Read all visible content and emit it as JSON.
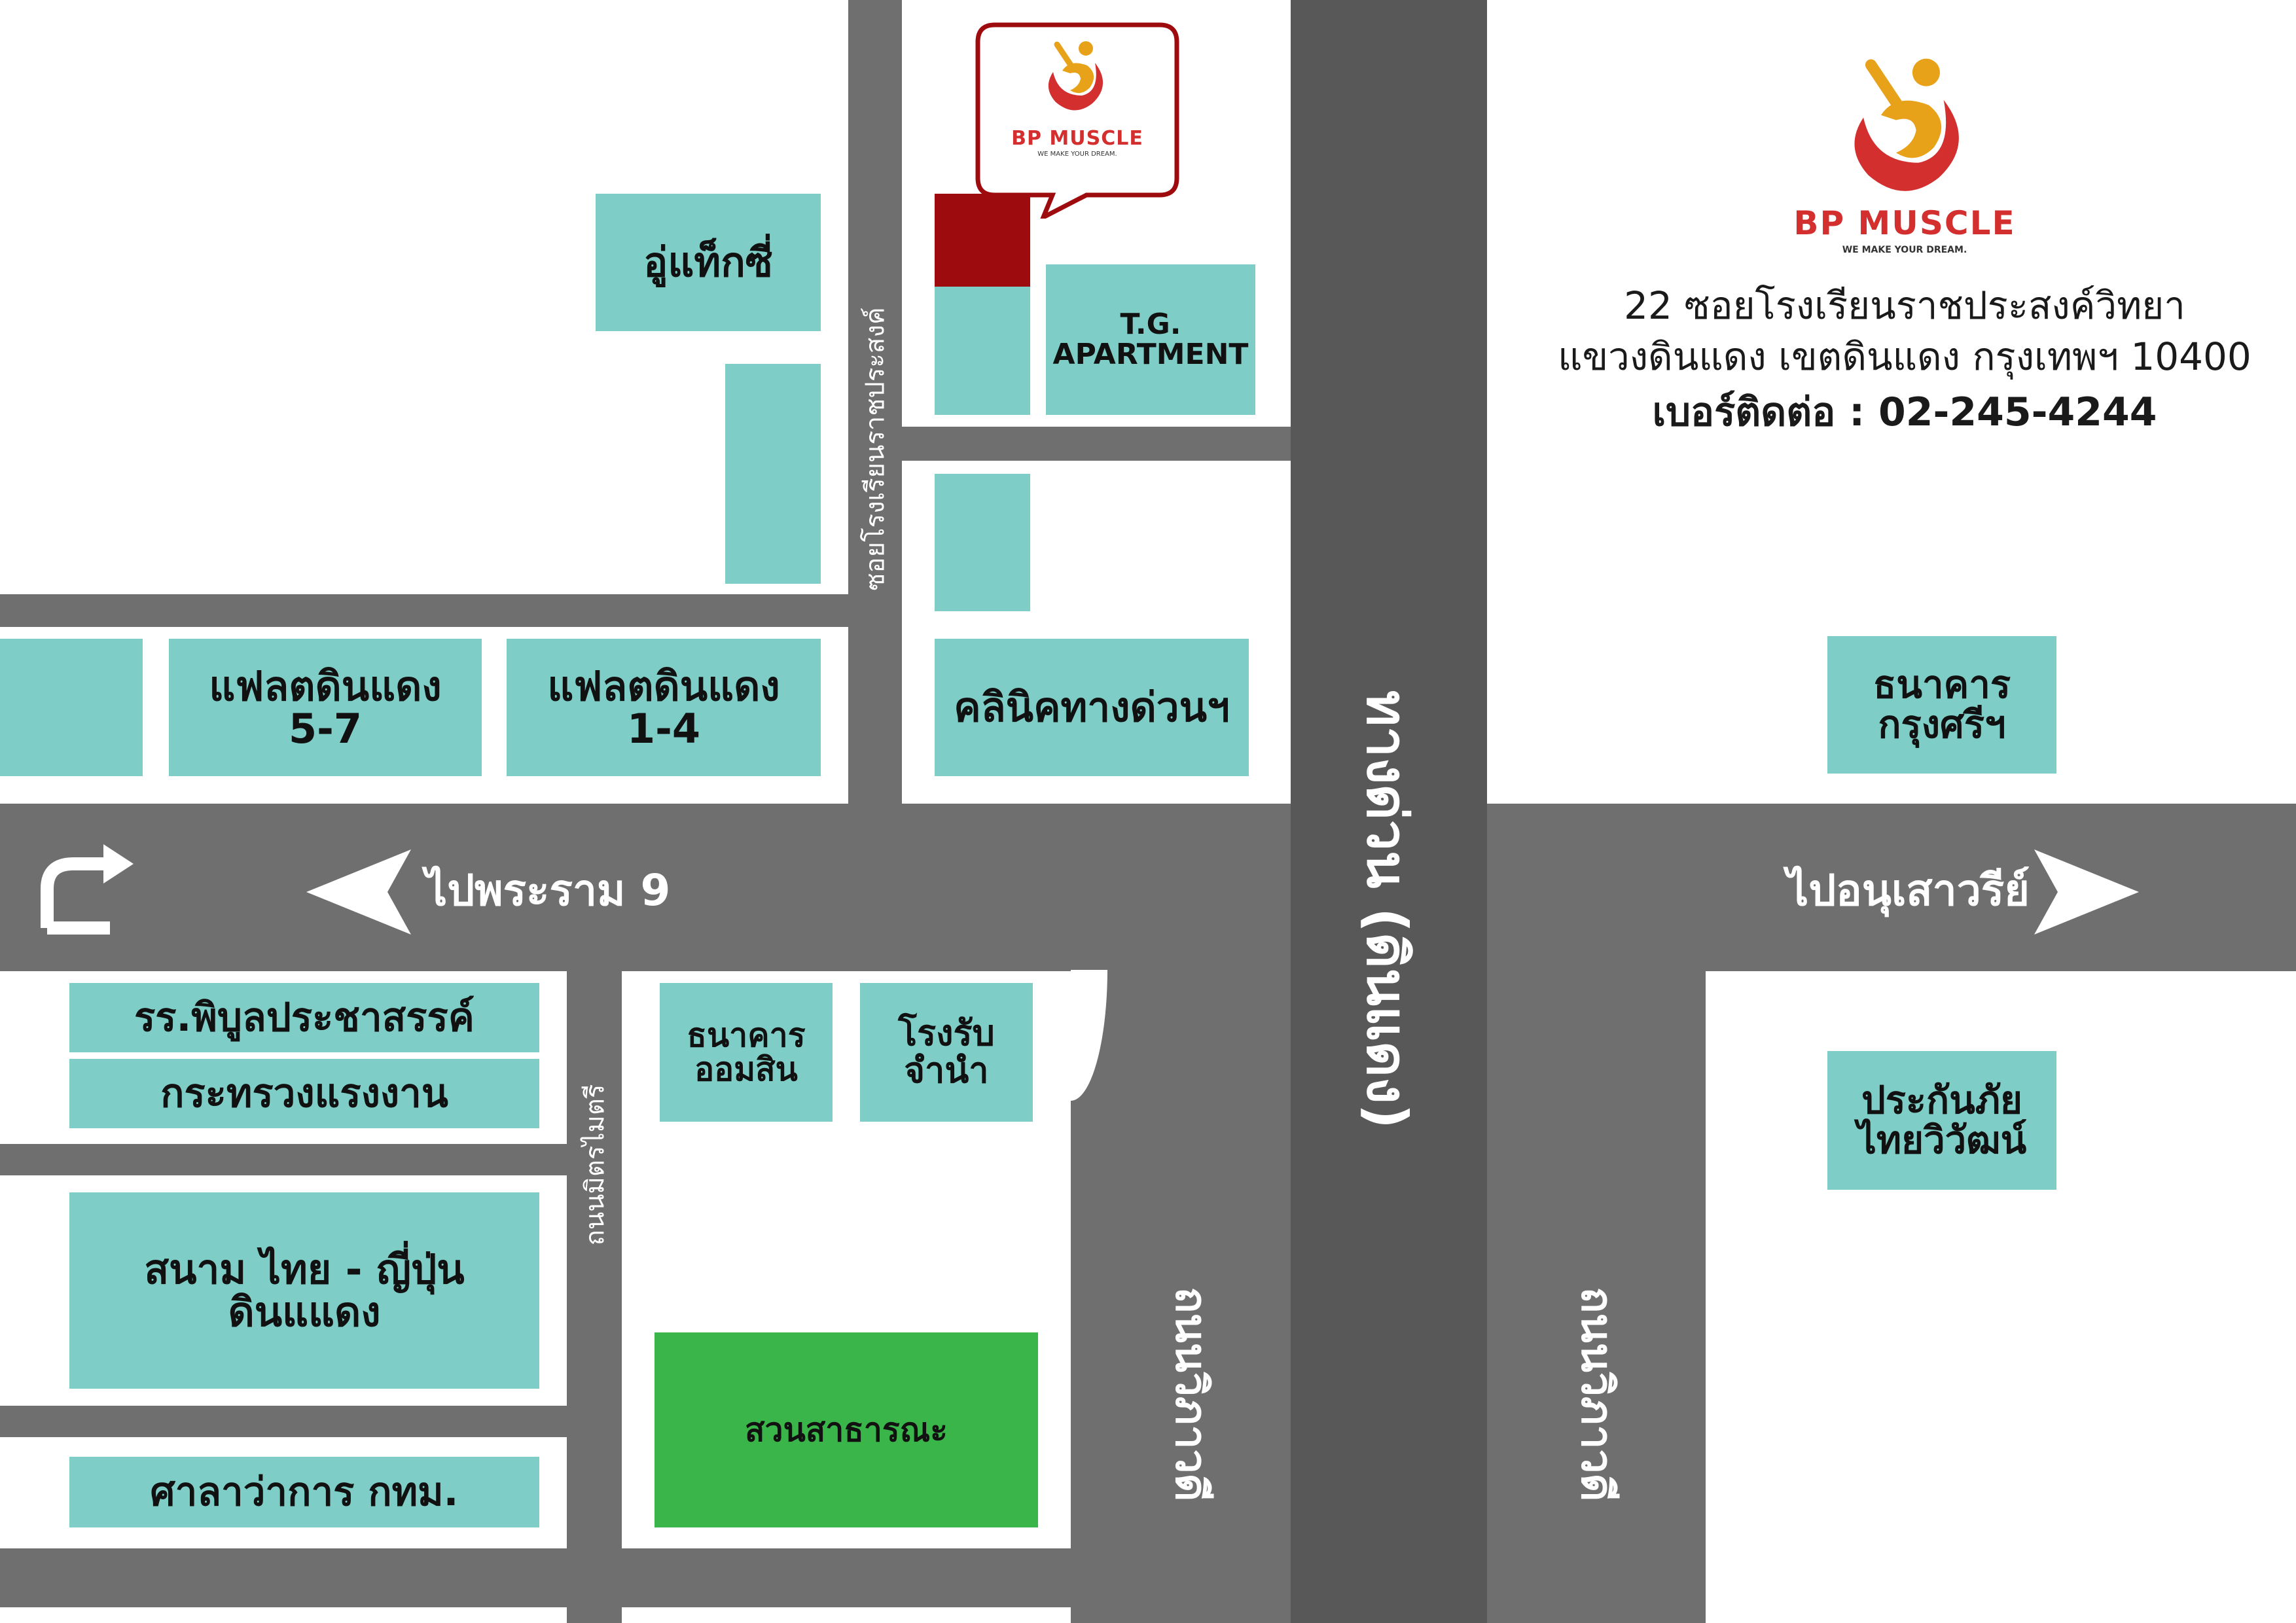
{
  "brand": {
    "name": "BP MUSCLE",
    "tagline": "WE MAKE YOUR DREAM.",
    "colors": {
      "red": "#d32f2f",
      "gold": "#e8a21a",
      "dark_red": "#9e0b0f"
    }
  },
  "address": {
    "line1": "22 ซอยโรงเรียนราชประสงค์วิทยา",
    "line2": "แขวงดินแดง เขตดินแดง กรุงเทพฯ 10400",
    "phone_label": "เบอร์ติดต่อ : ",
    "phone": "02-245-4244"
  },
  "directions": {
    "left": "ไปพระราม 9",
    "right": "ไปอนุเสาวรีย์"
  },
  "roads": {
    "soi_school": "ซอยโรงเรียนราชประสงค์",
    "mitmaitri": "ถนนมิตรไมตรี",
    "wiphawadi_1": "ถนนวิภาวดี",
    "wiphawadi_2": "ถนนวิภาวดี",
    "expressway": "ทางด่วน (ดินแดง)"
  },
  "buildings": {
    "garage": "อู่แท็กซี่",
    "tg_apartment": "T.G.\nAPARTMENT",
    "flat_57": "แฟลตดินแดง\n5-7",
    "flat_14": "แฟลตดินแดง\n1-4",
    "clinic": "คลินิคทางด่วนฯ",
    "bank_krungsri": "ธนาคาร\nกรุงศรีฯ",
    "school": "รร.พิบูลประชาสรรค์",
    "ministry": "กระทรวงแรงงาน",
    "bank_gsb": "ธนาคาร\nออมสิน",
    "pawnshop": "โรงรับจำนำ",
    "insurance": "ประกันภัย\nไทยวิวัฒน์",
    "stadium": "สนาม ไทย - ญี่ปุ่น\nดินแแดง",
    "park": "สวนสาธารณะ",
    "city_hall": "ศาลาว่าการ กทม."
  },
  "colors": {
    "road": "#6f6f6f",
    "expressway": "#585858",
    "building": "#7ecdc7",
    "park": "#3ab54a",
    "location": "#9e0b0f"
  },
  "icons": {
    "u_turn": "u-turn-arrow-icon",
    "left_arrow": "arrow-left-icon",
    "right_arrow": "arrow-right-icon",
    "logo": "bp-muscle-logo-icon"
  }
}
